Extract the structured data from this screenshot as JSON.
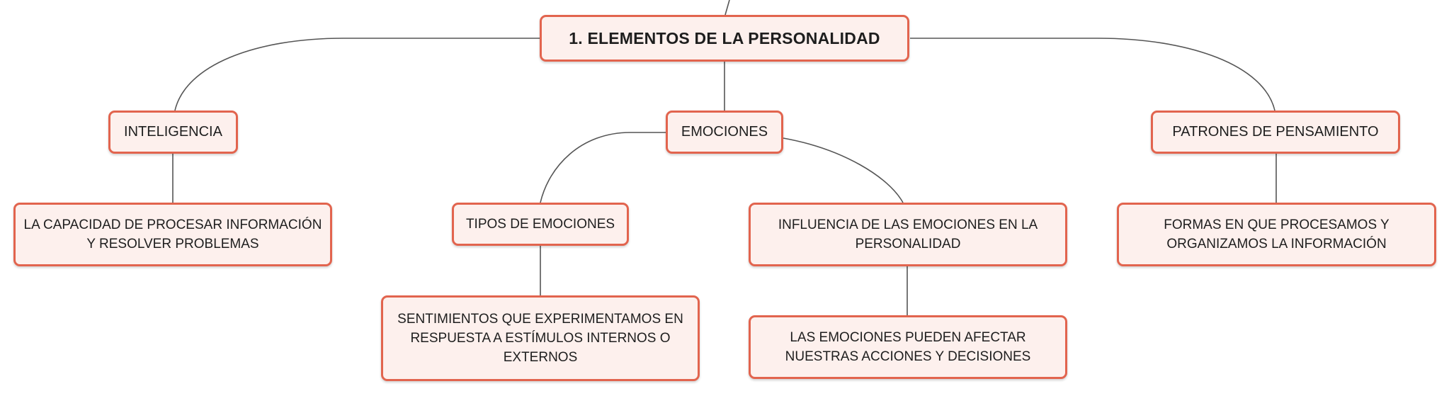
{
  "colors": {
    "node_border": "#e2644e",
    "node_fill": "#fdf0ed",
    "connector": "#555555",
    "text": "#1e1e1e"
  },
  "nodes": {
    "root": "1. ELEMENTOS DE LA PERSONALIDAD",
    "inteligencia": "INTELIGENCIA",
    "emociones": "EMOCIONES",
    "patrones": "PATRONES DE PENSAMIENTO",
    "inteligencia_def": "LA CAPACIDAD DE PROCESAR INFORMACIÓN Y RESOLVER PROBLEMAS",
    "tipos_emociones": "TIPOS DE EMOCIONES",
    "influencia_emociones": "INFLUENCIA DE LAS EMOCIONES EN LA PERSONALIDAD",
    "patrones_def": "FORMAS EN QUE PROCESAMOS Y ORGANIZAMOS LA INFORMACIÓN",
    "tipos_def": "SENTIMIENTOS QUE EXPERIMENTAMOS EN RESPUESTA A ESTÍMULOS INTERNOS O EXTERNOS",
    "influencia_def": "LAS EMOCIONES PUEDEN AFECTAR NUESTRAS ACCIONES Y DECISIONES"
  }
}
